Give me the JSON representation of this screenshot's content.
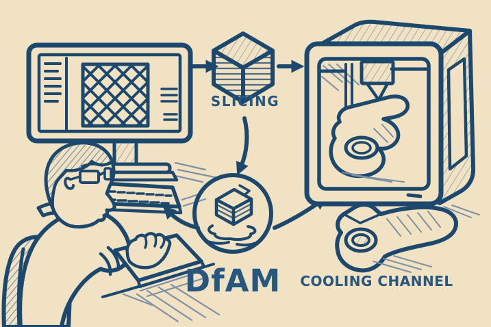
{
  "style": {
    "background_color": "#f0e2c3",
    "ink_color": "#1d486e",
    "shade_color": "#7d90a5",
    "label_color": "#27567f"
  },
  "labels": {
    "slicing": "SLICING",
    "dfam": "DfAM",
    "cooling_channel": "COOLING CHANNEL"
  },
  "icons": {
    "monitor-lattice-icon": "computer monitor displaying CAD lattice pattern",
    "designer-person-icon": "seated designer with glasses at workstation",
    "keyboard-icon": "desktop keyboard",
    "graphics-tablet-icon": "tablet under designer hand",
    "sliced-cube-icon": "isometric cube with slice layers",
    "printer-3d-icon": "enclosed 3D printer with extruder nozzle",
    "printed-part-icon": "part being printed on build plate",
    "dfam-cube-icon": "layered cube melting in circle",
    "cooling-channel-part-icon": "finished part with internal cooling channel hole",
    "flow-arrow-icon": "hand-drawn workflow arrows"
  }
}
